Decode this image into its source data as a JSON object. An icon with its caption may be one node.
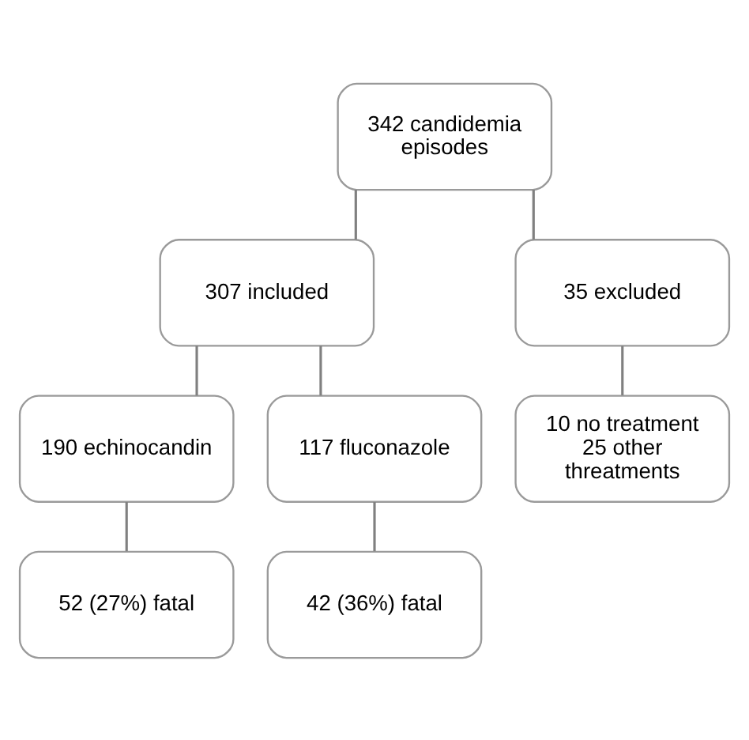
{
  "diagram": {
    "nodes": [
      {
        "text": [
          "342 candidemia episodes"
        ]
      },
      {
        "text": [
          "307 included"
        ]
      },
      {
        "text": [
          "35 excluded"
        ]
      },
      {
        "text": [
          "190 echinocandin"
        ]
      },
      {
        "text": [
          "117 fluconazole"
        ]
      },
      {
        "text": [
          "10 no treatment",
          "25 other threatments"
        ]
      },
      {
        "text": [
          "52 (27%) fatal"
        ]
      },
      {
        "text": [
          "42 (36%) fatal"
        ]
      }
    ],
    "edges": [
      {
        "from": 0,
        "to": 1,
        "arrow": "none"
      },
      {
        "from": 0,
        "to": 2,
        "arrow": "none"
      },
      {
        "from": 1,
        "to": 3,
        "arrow": "none"
      },
      {
        "from": 1,
        "to": 4,
        "arrow": "none"
      },
      {
        "from": 2,
        "to": 5,
        "arrow": "none"
      },
      {
        "from": 3,
        "to": 6,
        "arrow": "none"
      },
      {
        "from": 4,
        "to": 7,
        "arrow": "none"
      }
    ]
  }
}
